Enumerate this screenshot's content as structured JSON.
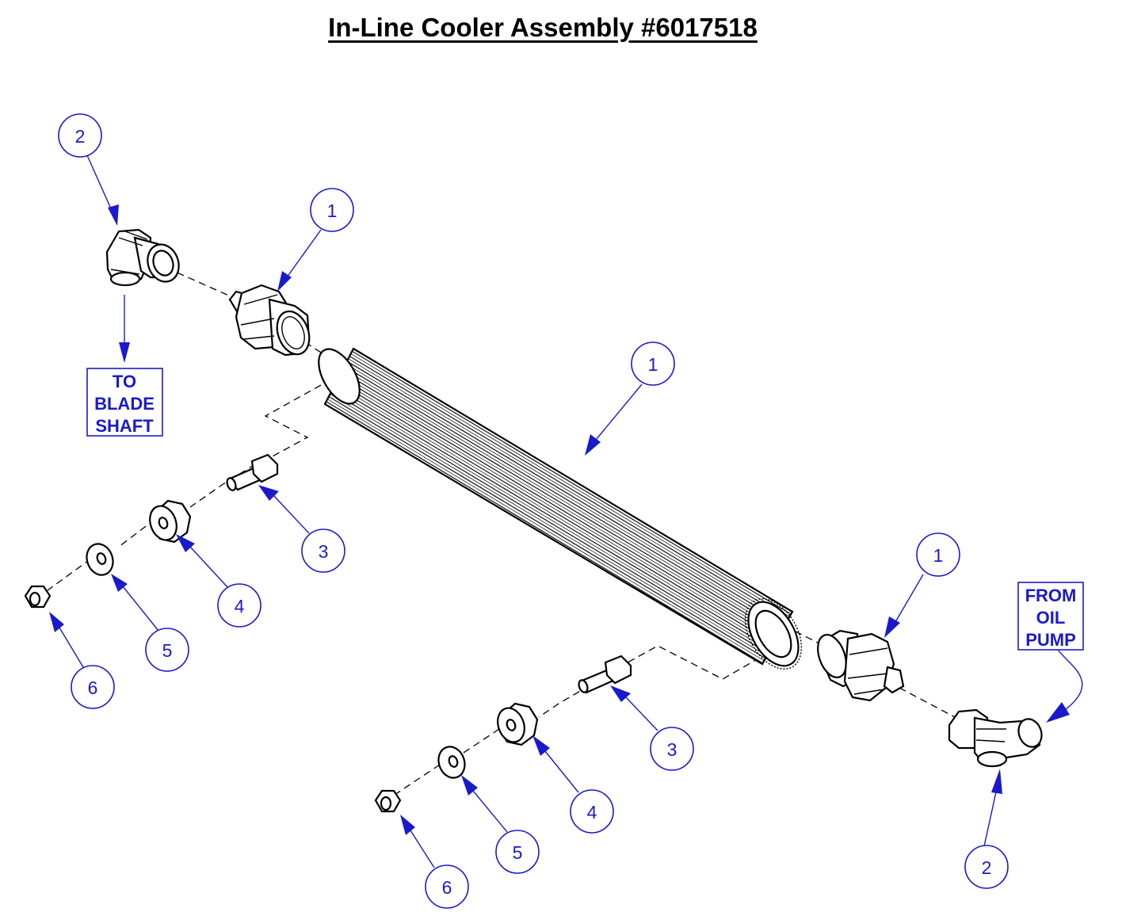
{
  "title": "In-Line Cooler Assembly #6017518",
  "notes": {
    "to_blade_shaft": [
      "TO",
      "BLADE",
      "SHAFT"
    ],
    "from_oil_pump": [
      "FROM",
      "OIL",
      "PUMP"
    ]
  },
  "callouts": {
    "elbow_top": "2",
    "adapter_top": "1",
    "cooler_body": "1",
    "adapter_bottom": "1",
    "elbow_bottom": "2",
    "bolt_left": "3",
    "grommet_left": "4",
    "washer_left": "5",
    "nut_left": "6",
    "bolt_right": "3",
    "grommet_right": "4",
    "washer_right": "5",
    "nut_right": "6"
  },
  "colors": {
    "callout_blue": "#1a1acc",
    "line_black": "#000000"
  }
}
